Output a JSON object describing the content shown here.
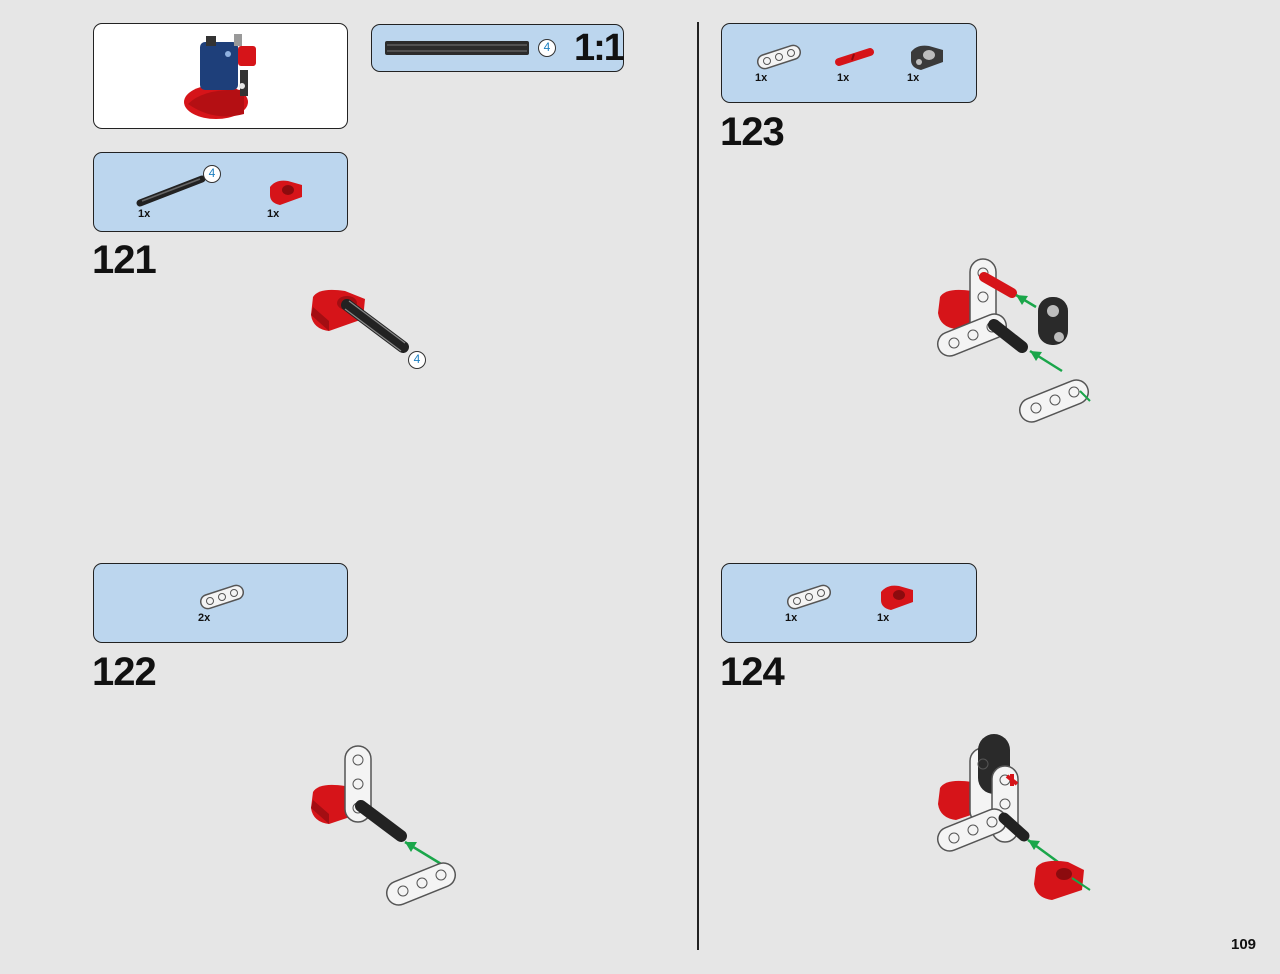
{
  "page_number": "109",
  "scale_label": "1:1",
  "axle_length": "4",
  "colors": {
    "panel_blue": "#bcd6ee",
    "red": "#d61419",
    "white_part": "#f4f4f4",
    "black_part": "#2a2a2a",
    "dark_blue": "#1e3f7a",
    "arrow_green": "#1aa64a",
    "length_number": "#1c7fc0"
  },
  "steps": [
    {
      "number": "121",
      "parts": [
        {
          "qty": "1x",
          "part": "axle-4"
        },
        {
          "qty": "1x",
          "part": "red-cross-block"
        }
      ]
    },
    {
      "number": "122",
      "parts": [
        {
          "qty": "2x",
          "part": "white-liftarm-3"
        }
      ]
    },
    {
      "number": "123",
      "parts": [
        {
          "qty": "1x",
          "part": "white-liftarm-3"
        },
        {
          "qty": "1x",
          "part": "red-axle-pin"
        },
        {
          "qty": "1x",
          "part": "black-cross-block"
        }
      ]
    },
    {
      "number": "124",
      "parts": [
        {
          "qty": "1x",
          "part": "white-liftarm-3"
        },
        {
          "qty": "1x",
          "part": "red-cross-block"
        }
      ]
    }
  ]
}
